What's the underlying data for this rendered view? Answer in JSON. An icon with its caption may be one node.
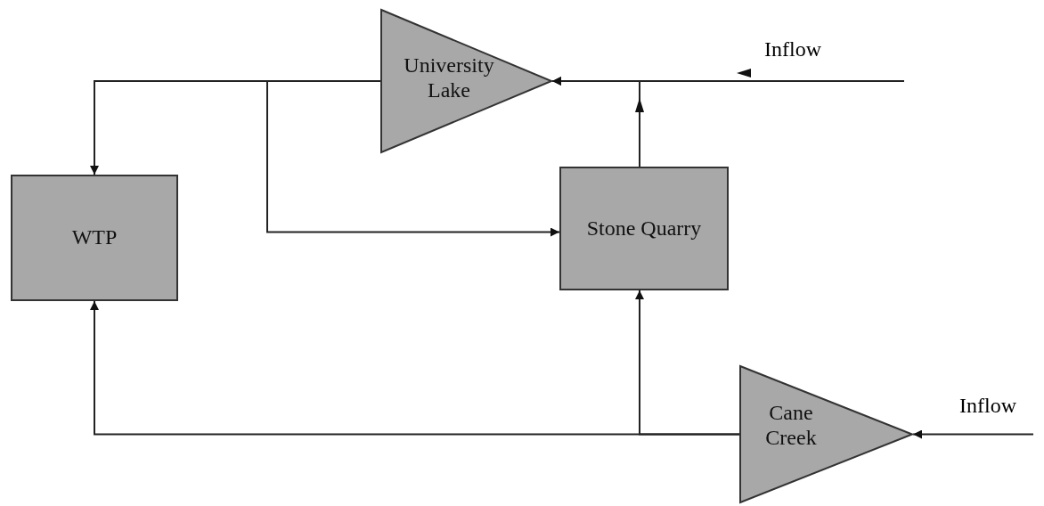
{
  "diagram": {
    "nodes": [
      {
        "text": [
          "University Lake"
        ]
      },
      {
        "text": [
          "WTP"
        ]
      },
      {
        "text": [
          "Stone Quarry"
        ]
      },
      {
        "text": [
          "Cane Creek"
        ]
      }
    ],
    "edges": [
      {
        "from": null,
        "to": 0,
        "arrow": "to",
        "label": "Inflow"
      },
      {
        "from": 2,
        "to": 0,
        "arrow": "to"
      },
      {
        "from": 0,
        "to": 1,
        "arrow": "to"
      },
      {
        "from": 0,
        "to": 2,
        "arrow": "to"
      },
      {
        "from": 3,
        "to": 1,
        "arrow": "to"
      },
      {
        "from": 3,
        "to": 2,
        "arrow": "to"
      },
      {
        "from": null,
        "to": 3,
        "arrow": "to",
        "label": "Inflow"
      }
    ]
  }
}
